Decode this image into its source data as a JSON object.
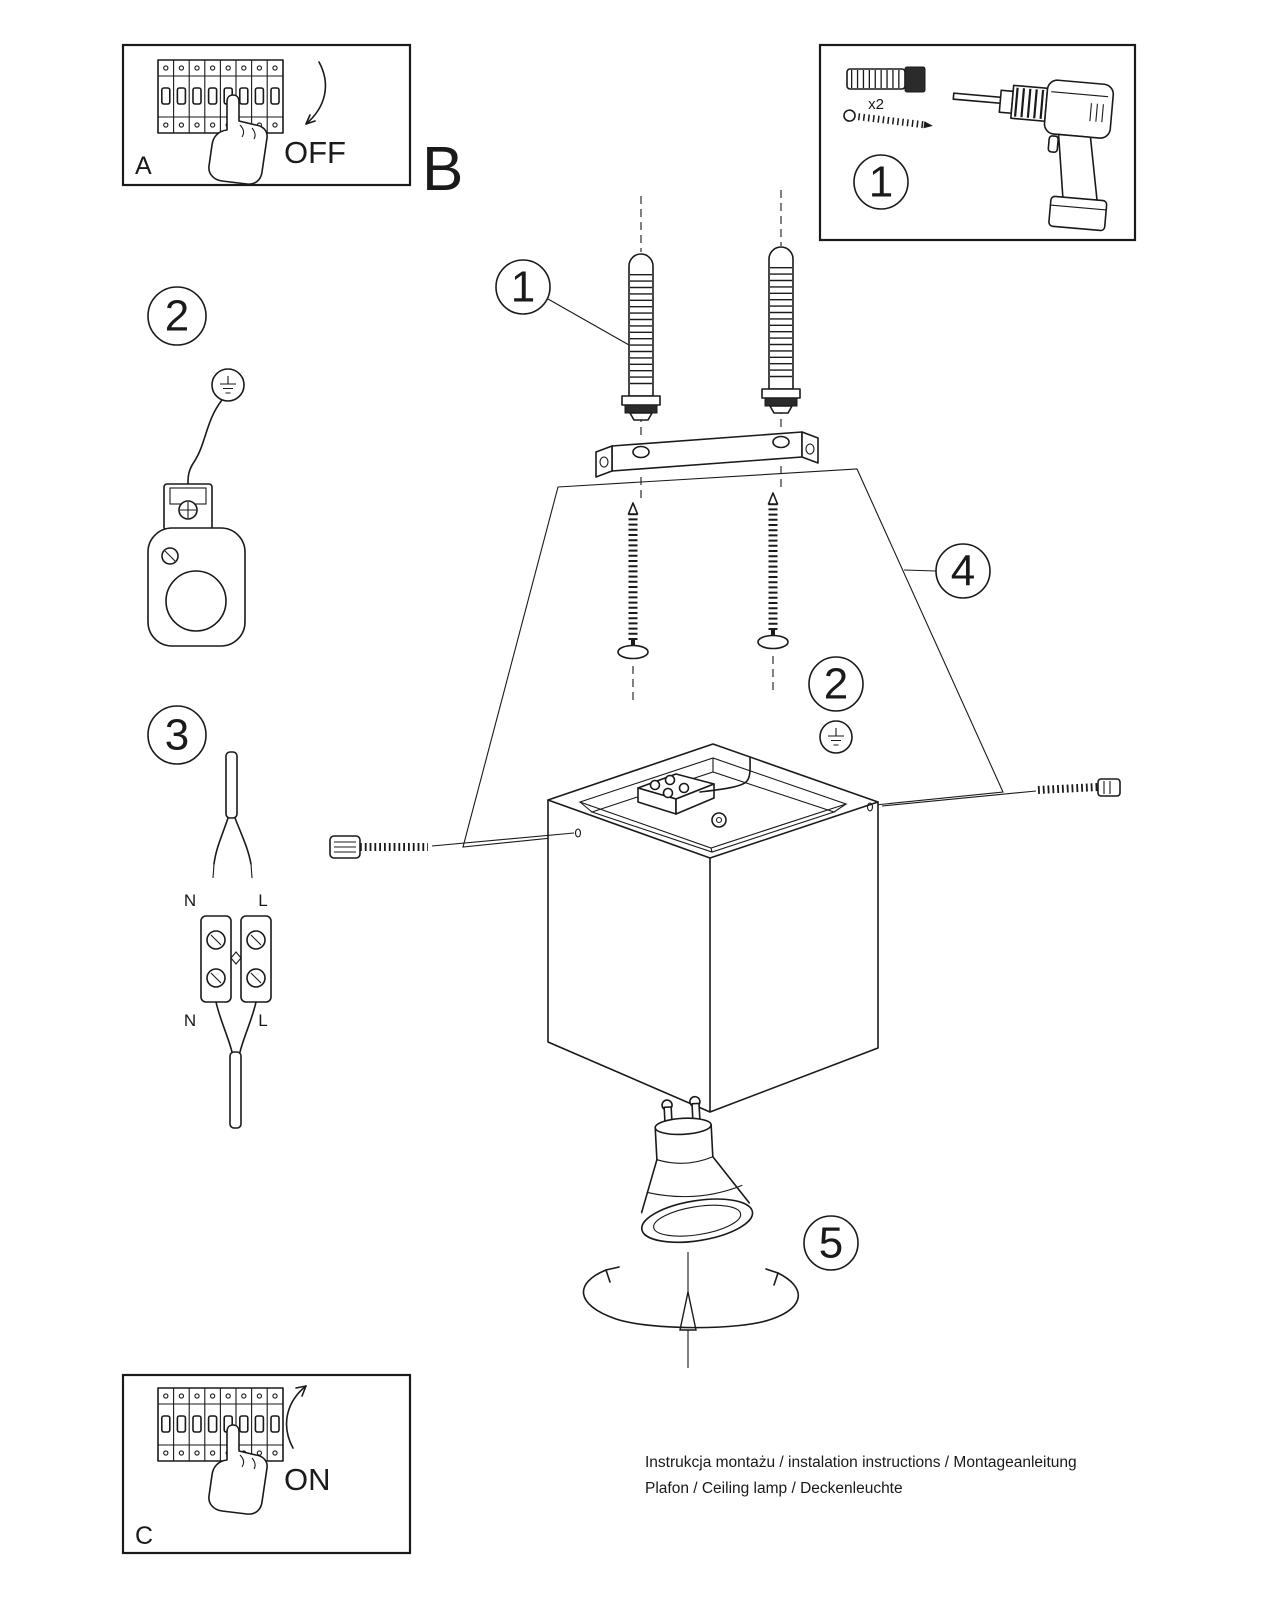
{
  "breaker_panels": {
    "a": {
      "label": "A",
      "action": "OFF"
    },
    "c": {
      "label": "C",
      "action": "ON"
    }
  },
  "section_b_label": "B",
  "tools": {
    "step": "1",
    "anchor_qty": "x2"
  },
  "steps": {
    "anchors": "1",
    "ground": "2",
    "wiring": "3",
    "body": "4",
    "bulb": "5"
  },
  "terminal": {
    "n": "N",
    "l": "L"
  },
  "footer": {
    "line1": "Instrukcja montażu / instalation instructions / Montageanleitung",
    "line2": "Plafon / Ceiling lamp / Deckenleuchte"
  }
}
